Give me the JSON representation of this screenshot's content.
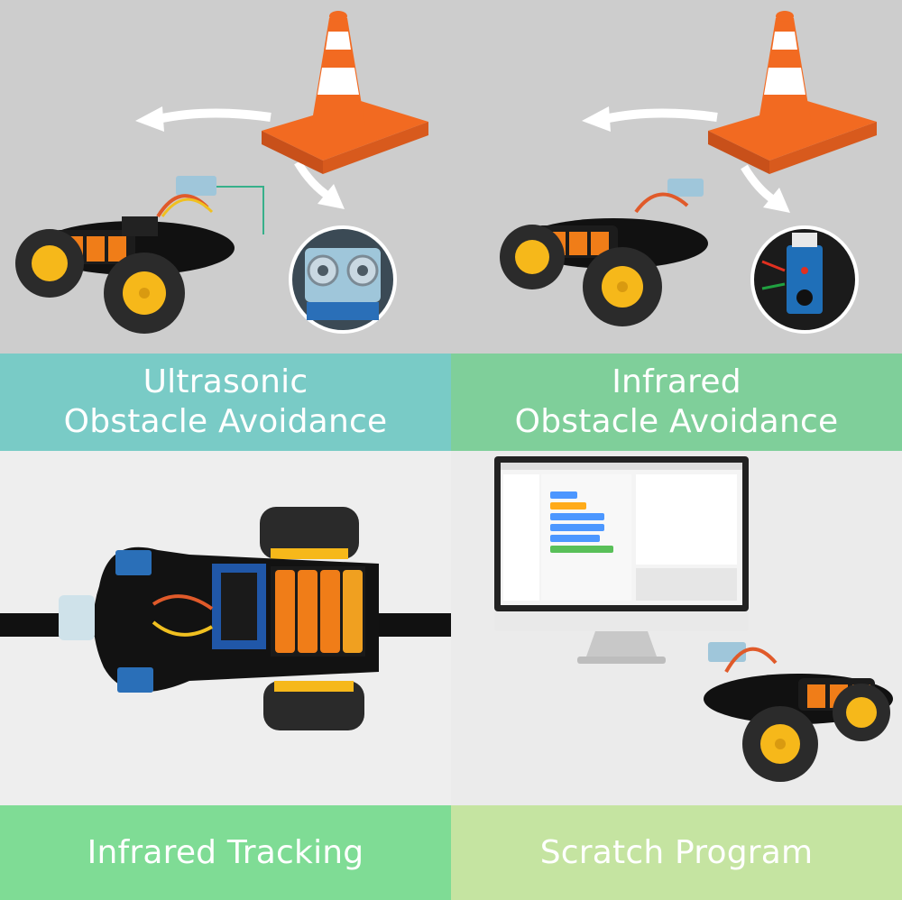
{
  "panels": [
    {
      "line1": "Ultrasonic",
      "line2": "Obstacle Avoidance"
    },
    {
      "line1": "Infrared",
      "line2": "Obstacle Avoidance"
    },
    {
      "line1": "Infrared Tracking"
    },
    {
      "line1": "Scratch Program"
    }
  ],
  "colors": {
    "band_ultrasonic": "#79cbc6",
    "band_ir_obstacle": "#7fcf9a",
    "band_tracking": "#7fdc95",
    "band_scratch": "#c5e4a1",
    "cone_orange": "#f26a21",
    "wheel_yellow": "#f6b81a"
  },
  "icons": [
    "traffic-cone-icon",
    "robot-car-icon",
    "ultrasonic-sensor-icon",
    "infrared-sensor-icon",
    "monitor-icon"
  ]
}
